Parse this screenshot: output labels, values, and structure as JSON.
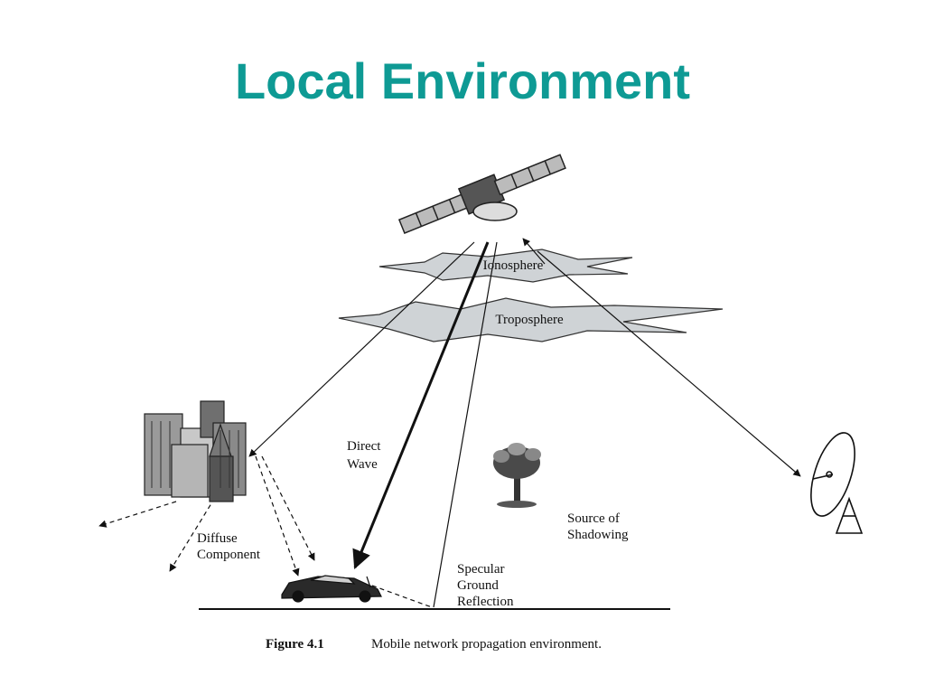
{
  "slide": {
    "title": "Local Environment"
  },
  "figure": {
    "labels": {
      "ionosphere": "Ionosphere",
      "troposphere": "Troposphere",
      "direct_wave_1": "Direct",
      "direct_wave_2": "Wave",
      "diffuse_1": "Diffuse",
      "diffuse_2": "Component",
      "shadowing_1": "Source of",
      "shadowing_2": "Shadowing",
      "specular_1": "Specular",
      "specular_2": "Ground",
      "specular_3": "Reflection"
    },
    "caption": {
      "number": "Figure 4.1",
      "text": "Mobile network propagation environment."
    },
    "icons": [
      "satellite-icon",
      "buildings-icon",
      "car-icon",
      "tree-icon",
      "dish-antenna-icon"
    ],
    "colors": {
      "title": "#0e9a94",
      "ink": "#111111",
      "cloud_fill": "#cfd3d6"
    }
  }
}
